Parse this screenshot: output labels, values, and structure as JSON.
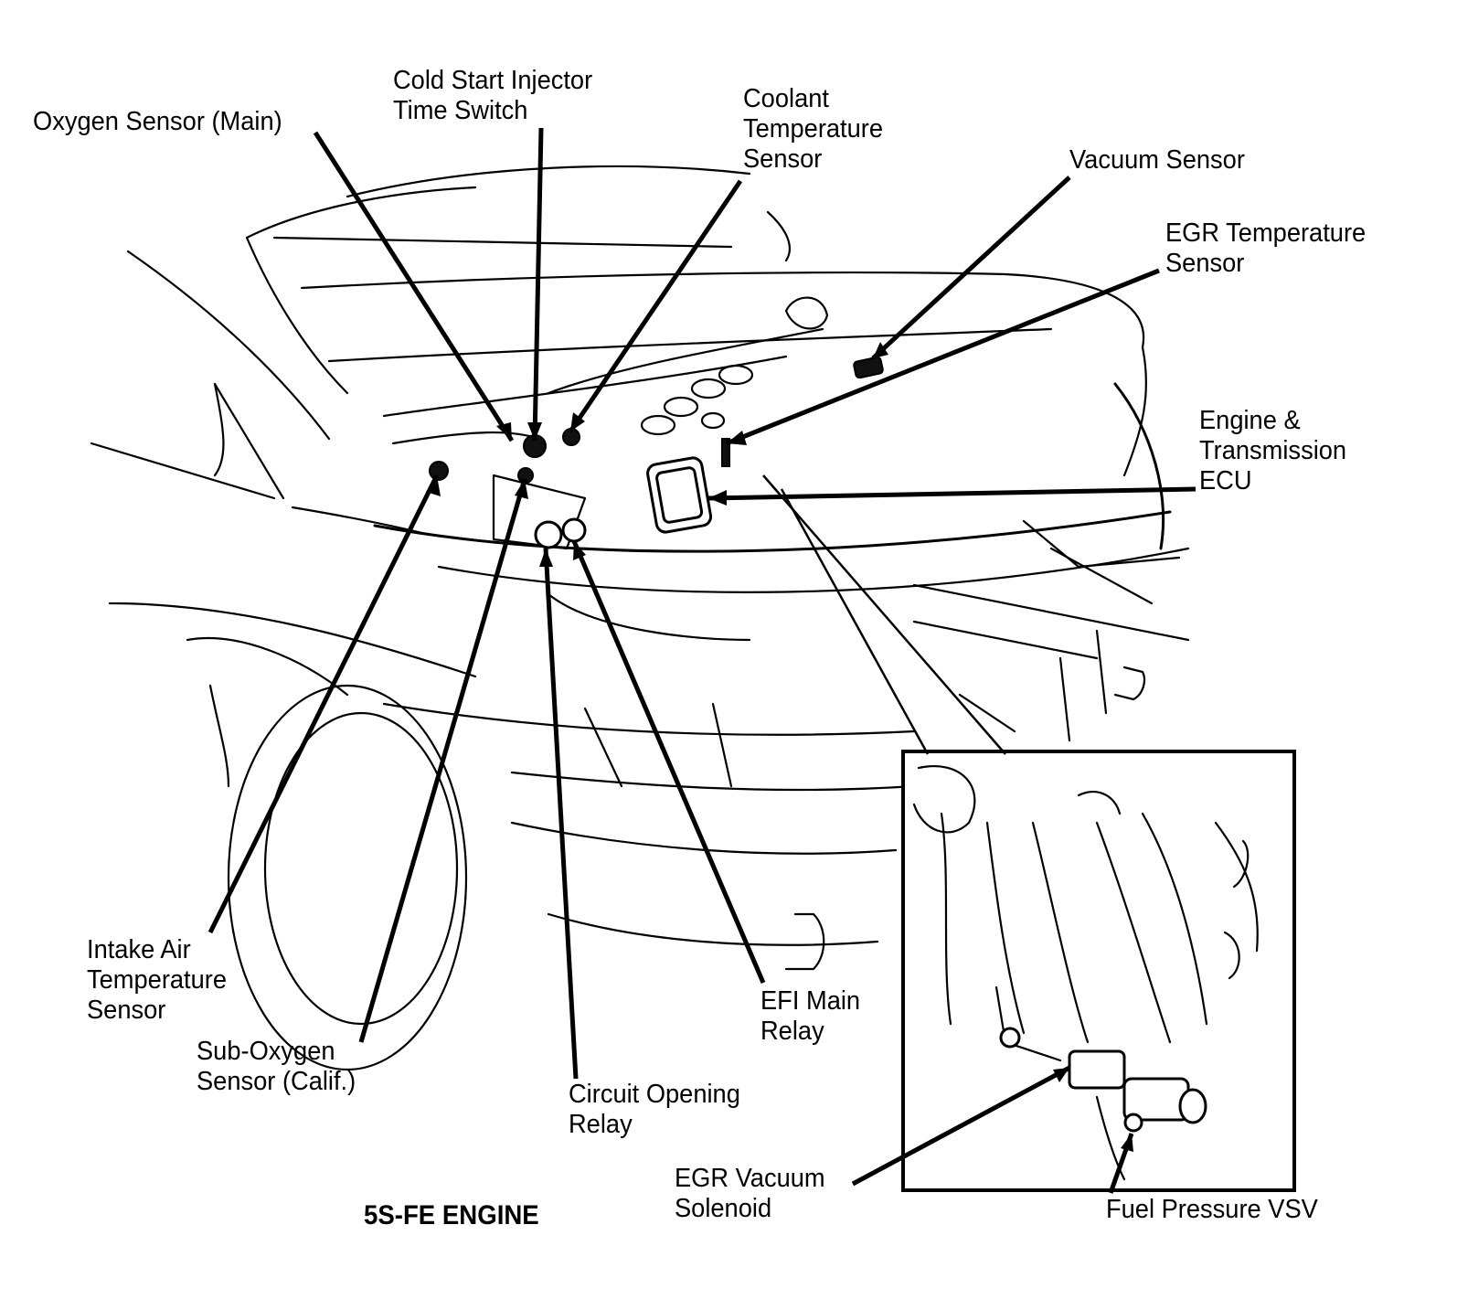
{
  "diagram": {
    "caption": "5S-FE ENGINE",
    "labels": {
      "oxygen_sensor_main": [
        "Oxygen Sensor (Main)"
      ],
      "cold_start_injector": [
        "Cold Start Injector",
        "Time Switch"
      ],
      "coolant_temp_sensor": [
        "Coolant",
        "Temperature",
        "Sensor"
      ],
      "vacuum_sensor": [
        "Vacuum Sensor"
      ],
      "egr_temp_sensor": [
        "EGR Temperature",
        "Sensor"
      ],
      "engine_transmission_ecu": [
        "Engine &",
        "Transmission",
        "ECU"
      ],
      "intake_air_temp_sensor": [
        "Intake Air",
        "Temperature",
        "Sensor"
      ],
      "sub_oxygen_sensor": [
        "Sub-Oxygen",
        "Sensor (Calif.)"
      ],
      "circuit_opening_relay": [
        "Circuit Opening",
        "Relay"
      ],
      "efi_main_relay": [
        "EFI Main",
        "Relay"
      ],
      "egr_vacuum_solenoid": [
        "EGR Vacuum",
        "Solenoid"
      ],
      "fuel_pressure_vsv": [
        "Fuel Pressure VSV"
      ]
    }
  }
}
